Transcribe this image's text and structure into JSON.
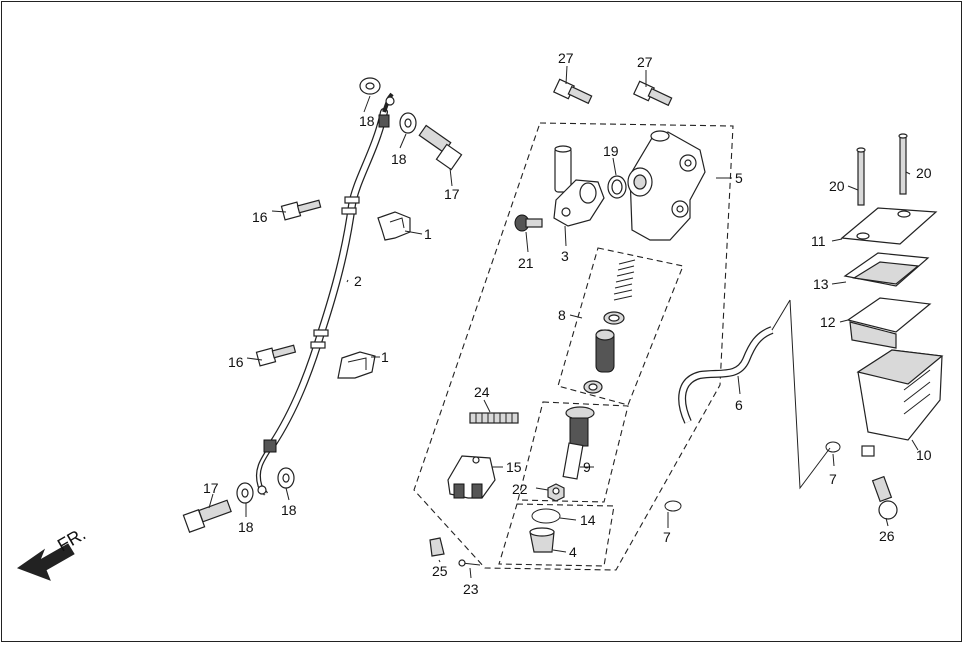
{
  "diagram": {
    "direction_label": "FR.",
    "callouts": {
      "c1a": "1",
      "c1b": "1",
      "c2": "2",
      "c3": "3",
      "c4": "4",
      "c5": "5",
      "c6": "6",
      "c7a": "7",
      "c7b": "7",
      "c8": "8",
      "c9": "9",
      "c10": "10",
      "c11": "11",
      "c12": "12",
      "c13": "13",
      "c14": "14",
      "c15": "15",
      "c16a": "16",
      "c16b": "16",
      "c17a": "17",
      "c17b": "17",
      "c18a": "18",
      "c18b": "18",
      "c18c": "18",
      "c18d": "18",
      "c19": "19",
      "c20a": "20",
      "c20b": "20",
      "c21": "21",
      "c22": "22",
      "c23": "23",
      "c24": "24",
      "c25": "25",
      "c26": "26",
      "c27a": "27",
      "c27b": "27"
    }
  }
}
